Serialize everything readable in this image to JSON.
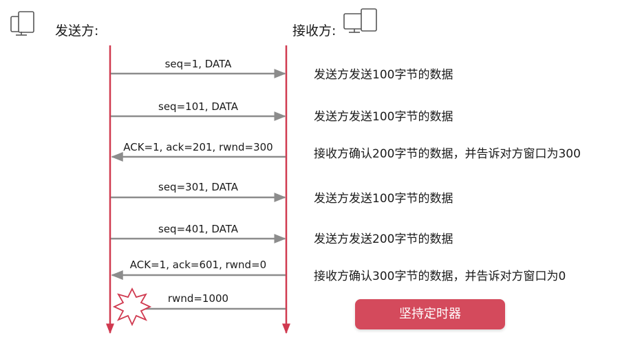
{
  "sender": {
    "label": "发送方:",
    "icon": "computer-monitor-icon"
  },
  "receiver": {
    "label": "接收方:",
    "icon": "computer-monitor-icon"
  },
  "messages": [
    {
      "label": "seq=1, DATA",
      "direction": "right",
      "description": "发送方发送100字节的数据"
    },
    {
      "label": "seq=101, DATA",
      "direction": "right",
      "description": "发送方发送100字节的数据"
    },
    {
      "label": "ACK=1, ack=201, rwnd=300",
      "direction": "left",
      "description": "接收方确认200字节的数据，并告诉对方窗口为300"
    },
    {
      "label": "seq=301, DATA",
      "direction": "right",
      "description": "发送方发送100字节的数据"
    },
    {
      "label": "seq=401, DATA",
      "direction": "right",
      "description": "发送方发送200字节的数据"
    },
    {
      "label": "ACK=1, ack=601, rwnd=0",
      "direction": "left",
      "description": "接收方确认300字节的数据，并告诉对方窗口为0"
    },
    {
      "label": "rwnd=1000",
      "direction": "left",
      "lost": true,
      "description": ""
    }
  ],
  "timer_button": {
    "label": "坚持定时器"
  },
  "colors": {
    "lifeline": "#d0394f",
    "arrow": "#8c8c8c",
    "burst": "#d0394f",
    "button": "#d44a5c"
  }
}
